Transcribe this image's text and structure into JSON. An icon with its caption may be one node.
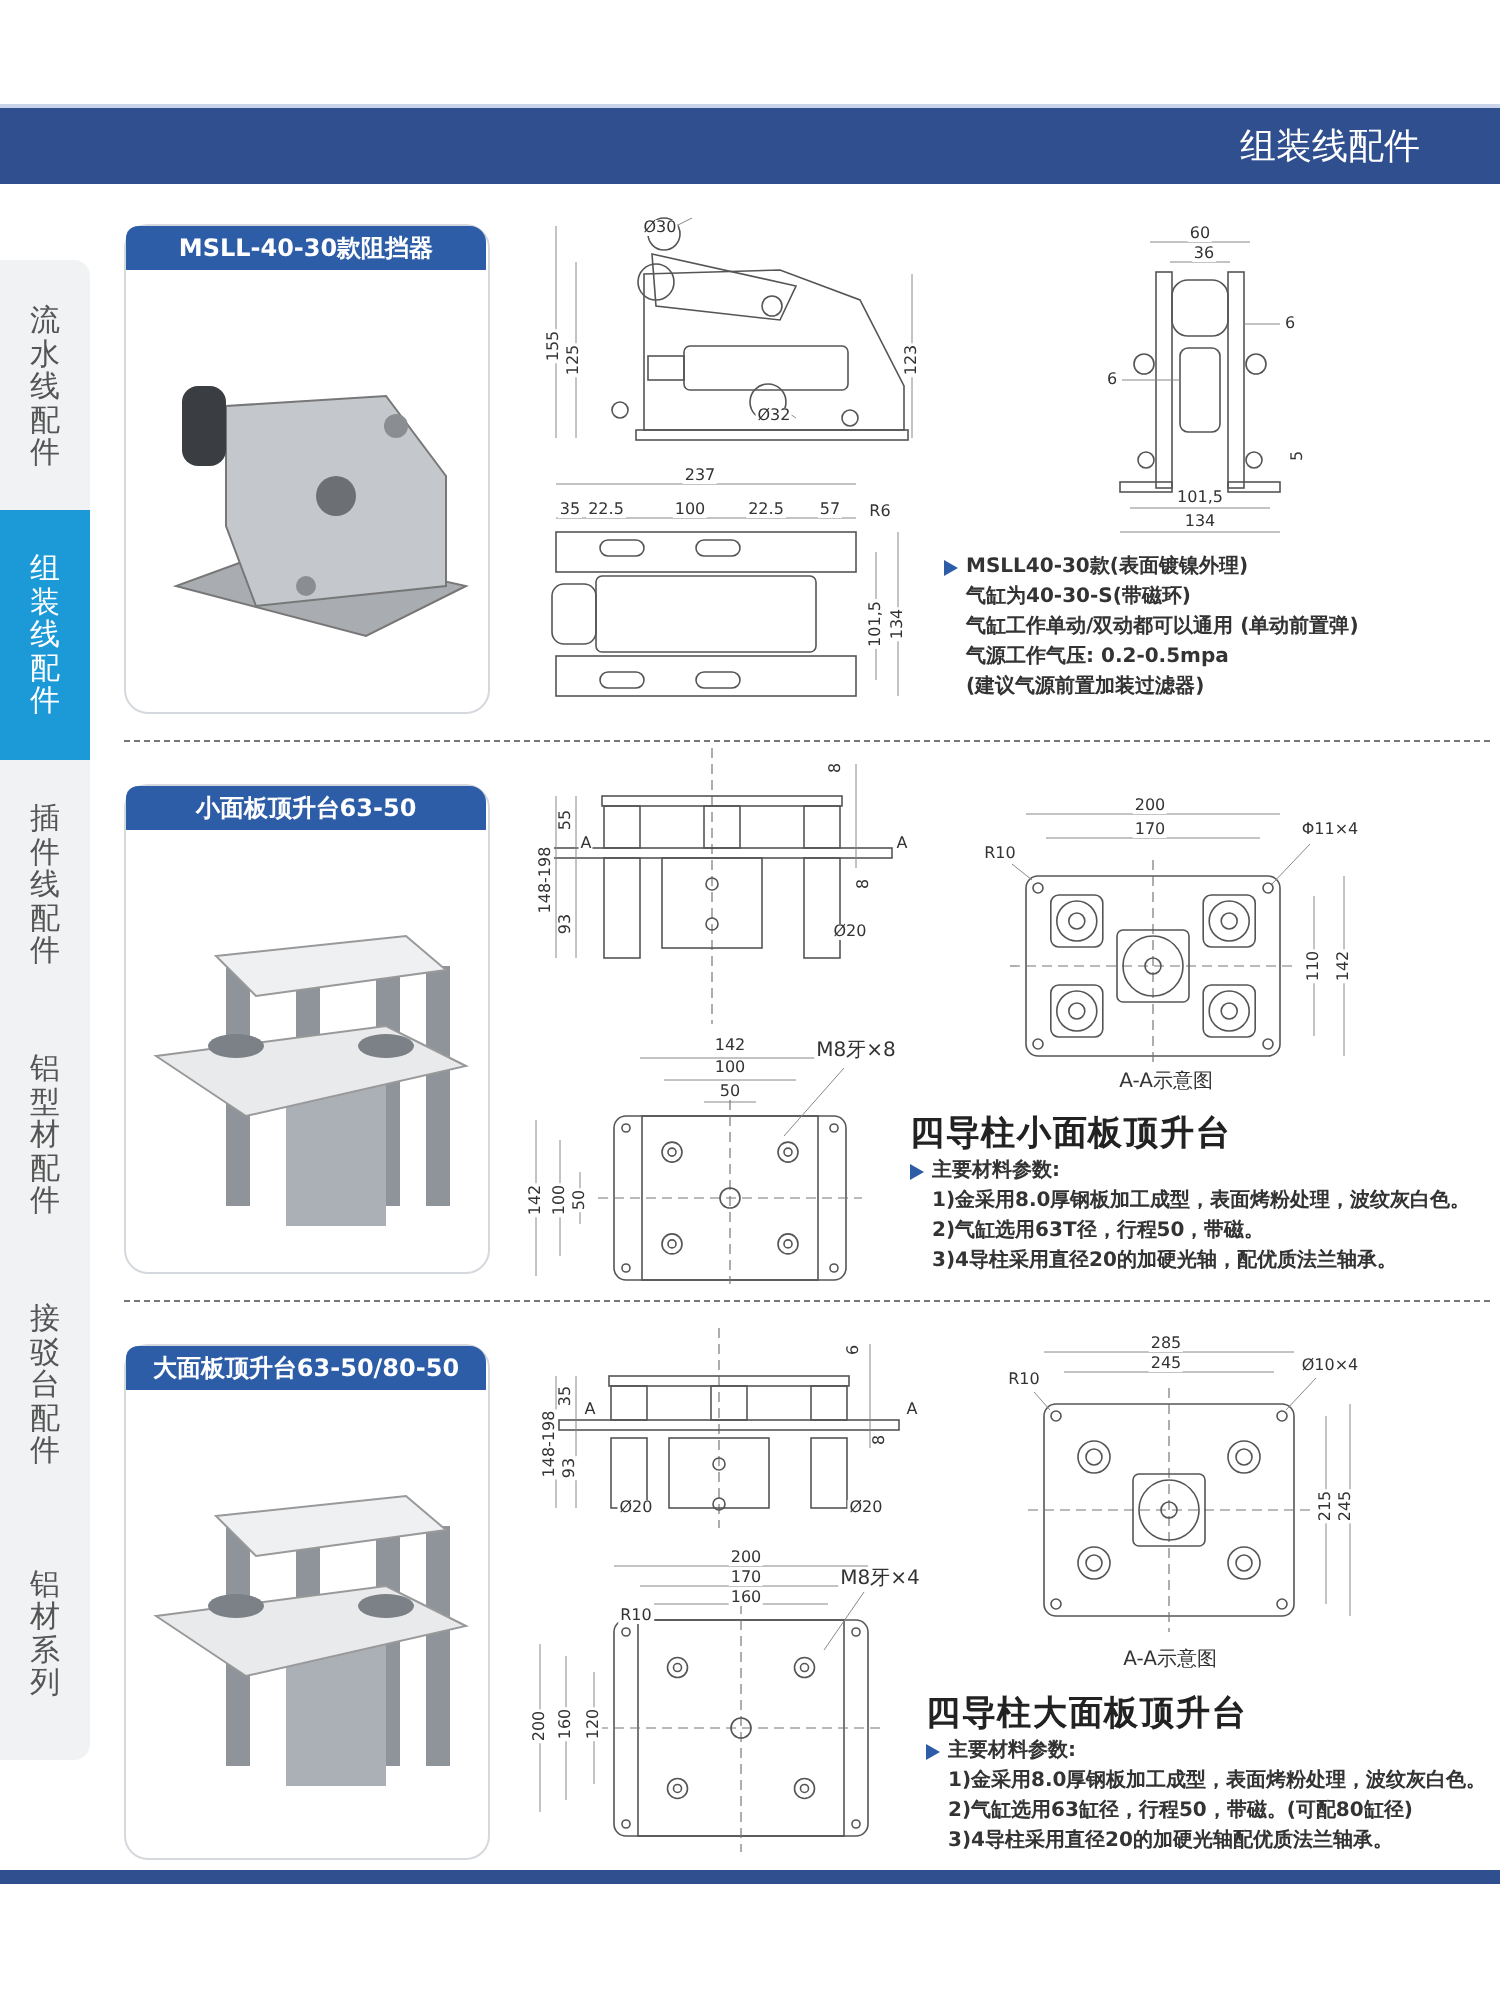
{
  "diagram": {
    "nodes": [
      {
        "text": [
          "组装线配件"
        ]
      },
      {
        "text": [
          "流水线配件"
        ]
      },
      {
        "text": [
          "组装线配件"
        ]
      },
      {
        "text": [
          "插件线配件"
        ]
      },
      {
        "text": [
          "铝型材配件"
        ]
      },
      {
        "text": [
          "接驳台配件"
        ]
      },
      {
        "text": [
          "铝材系列"
        ]
      },
      {
        "text": [
          "MSLL-40-30款阻挡器"
        ]
      },
      {
        "text": [],
        "shape": "picture",
        "in": 7
      },
      {
        "text": [],
        "shape": "picture"
      },
      {
        "text": [],
        "shape": "picture"
      },
      {
        "text": [],
        "shape": "picture"
      },
      {
        "text": [
          "MSLL40-30款(表面镀镍外理)",
          "气缸为40-30-S(带磁环)",
          "气缸工作单动/双动都可以通用 (单动前置弹)",
          "气源工作气压: 0.2-0.5mpa",
          "(建议气源前置加装过滤器)"
        ]
      },
      {
        "text": [
          "小面板顶升台63-50"
        ]
      },
      {
        "text": [],
        "shape": "picture",
        "in": 13
      },
      {
        "text": [],
        "shape": "picture"
      },
      {
        "text": [],
        "shape": "picture",
        "beside": [
          "A-A示意图"
        ]
      },
      {
        "text": [],
        "shape": "picture"
      },
      {
        "text": [
          "四导柱小面板顶升台",
          "主要材料参数:",
          "1)金采用8.0厚钢板加工成型，表面烤粉处理，波纹灰白色。",
          "2)气缸选用63T径，行程50，带磁。",
          "3)4导柱采用直径20的加硬光轴，配优质法兰轴承。"
        ]
      },
      {
        "text": [
          "大面板顶升台63-50/80-50"
        ]
      },
      {
        "text": [],
        "shape": "picture",
        "in": 19
      },
      {
        "text": [],
        "shape": "picture"
      },
      {
        "text": [],
        "shape": "picture",
        "beside": [
          "A-A示意图"
        ]
      },
      {
        "text": [],
        "shape": "picture"
      },
      {
        "text": [
          "四导柱大面板顶升台",
          "主要材料参数:",
          "1)金采用8.0厚钢板加工成型，表面烤粉处理，波纹灰白色。",
          "2)气缸选用63缸径，行程50，带磁。(可配80缸径)",
          "3)4导柱采用直径20的加硬光轴配优质法兰轴承。"
        ]
      }
    ],
    "labels": [
      "Ø30",
      "155",
      "125",
      "123",
      "Ø32",
      "60",
      "36",
      "6",
      "6",
      "5",
      "101,5",
      "134",
      "237",
      "35",
      "22.5",
      "100",
      "22.5",
      "57",
      "R6",
      "101,5",
      "134",
      "8",
      "55",
      "A",
      "A",
      "148-198",
      "93",
      "8",
      "Ø20",
      "200",
      "170",
      "Φ11×4",
      "R10",
      "110",
      "142",
      "142",
      "100",
      "50",
      "M8牙×8",
      "142",
      "100",
      "50",
      "6",
      "35",
      "A",
      "A",
      "148-198",
      "93",
      "8",
      "Ø20",
      "Ø20",
      "200",
      "170",
      "160",
      "R10",
      "M8牙×4",
      "200",
      "160",
      "120",
      "285",
      "245",
      "R10",
      "Ø10×4",
      "215",
      "245"
    ]
  }
}
